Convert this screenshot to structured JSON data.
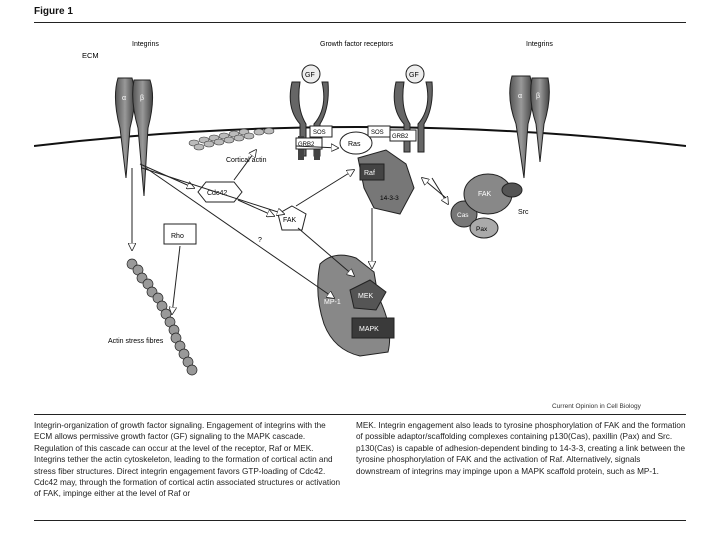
{
  "figure_label": "Figure 1",
  "labels": {
    "ecm": "ECM",
    "integrins_left": "Integrins",
    "growth_factor_receptors": "Growth factor receptors",
    "integrins_right": "Integrins",
    "gf_left": "GF",
    "gf_right": "GF",
    "alpha_left": "α",
    "beta_left": "β",
    "alpha_right": "α",
    "beta_right": "β",
    "sos_left": "SOS",
    "grb2_left": "GRB2",
    "sos_right": "SOS",
    "grb2_right": "GRB2",
    "ras": "Ras",
    "raf": "Raf",
    "p14_3_3": "14-3-3",
    "cortical_actin": "Cortical actin",
    "cdc42": "Cdc42",
    "fak_center": "FAK",
    "rho": "Rho",
    "question": "?",
    "mp1": "MP-1",
    "mek": "MEK",
    "mapk": "MAPK",
    "actin_stress_fibres": "Actin stress fibres",
    "fak_complex": "FAK",
    "cas": "Cas",
    "pax": "Pax",
    "src": "Src"
  },
  "credit": "Current Opinion in Cell Biology",
  "caption_left": "Integrin-organization of growth factor signaling. Engagement of integrins with the ECM allows permissive growth factor (GF) signaling to the MAPK cascade. Regulation of this cascade can occur at the level of the receptor, Raf or MEK. Integrins tether the actin cytoskeleton, leading to the formation of cortical actin and stress fiber structures. Direct integrin engagement favors GTP-loading of Cdc42. Cdc42 may, through the formation of cortical actin associated structures or activation of FAK, impinge either at the level of Raf or",
  "caption_right": "MEK. Integrin engagement also leads to tyrosine phosphorylation of FAK and the formation of possible adaptor/scaffolding complexes containing p130(Cas), paxillin (Pax) and Src. p130(Cas) is capable of adhesion-dependent binding to 14-3-3, creating a link between the tyrosine phosphorylation of FAK and the activation of Raf. Alternatively, signals downstream of integrins may impinge upon a MAPK scaffold protein, such as MP-1."
}
